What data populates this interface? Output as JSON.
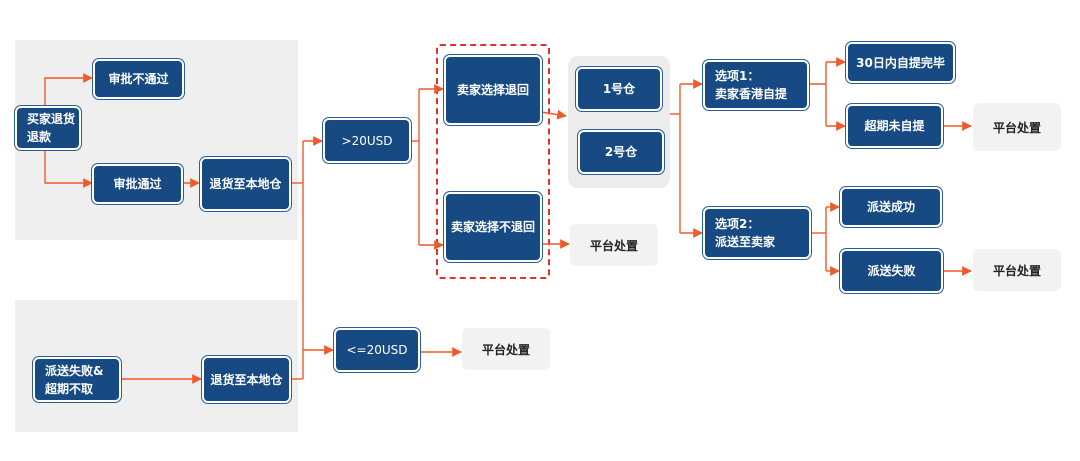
{
  "colors": {
    "node_fill": "#174a82",
    "arrow": "#ef5a2a",
    "dash_border": "#e0312b",
    "panel": "#efefef",
    "platform_box": "#f2f2f2"
  },
  "nodes": {
    "buyer_return": "买家退货\n退款",
    "approval_rejected": "审批不通过",
    "approval_passed": "审批通过",
    "return_local_top": "退货至本地仓",
    "delivery_failed_overdue": "派送失败&\n超期不取",
    "return_local_bottom": "退货至本地仓",
    "over_20usd": ">20USD",
    "under_20usd": "<=20USD",
    "seller_return": "卖家选择退回",
    "seller_no_return": "卖家选择不退回",
    "warehouse_1": "1号仓",
    "warehouse_2": "2号仓",
    "option_1": "选项1：\n卖家香港自提",
    "option_2": "选项2：\n派送至卖家",
    "pickup_30days": "30日内自提完毕",
    "overdue_not_picked": "超期未自提",
    "delivery_success": "派送成功",
    "delivery_fail": "派送失败"
  },
  "platform_handling": "平台处置"
}
